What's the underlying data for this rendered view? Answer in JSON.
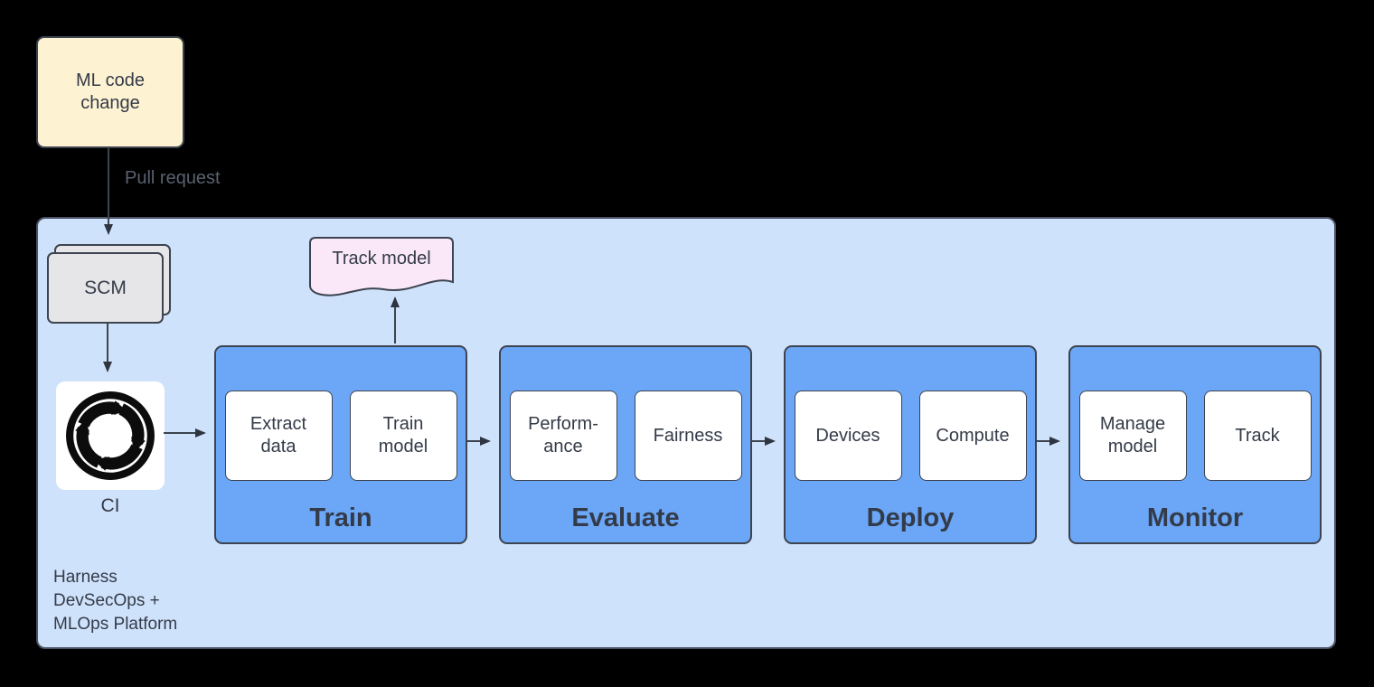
{
  "diagram": {
    "ml_code_box_label": "ML code\nchange",
    "pull_request_label": "Pull request",
    "scm_label": "SCM",
    "ci_label": "CI",
    "ci_icon": "ci-cycle-icon",
    "track_model_label": "Track model",
    "stages": [
      {
        "title": "Train",
        "steps": [
          "Extract\ndata",
          "Train\nmodel"
        ]
      },
      {
        "title": "Evaluate",
        "steps": [
          "Perform-\nance",
          "Fairness"
        ]
      },
      {
        "title": "Deploy",
        "steps": [
          "Devices",
          "Compute"
        ]
      },
      {
        "title": "Monitor",
        "steps": [
          "Manage\nmodel",
          "Track"
        ]
      }
    ],
    "platform_label": "Harness\nDevSecOps +\nMLOps Platform",
    "colors": {
      "background": "#000000",
      "note_fill": "#fdf2d2",
      "container_fill": "#cfe2fb",
      "stage_fill": "#6ba6f7",
      "document_fill": "#fae8f8",
      "scm_fill": "#e6e6e8",
      "border": "#3d4450",
      "title_text": "#343b48",
      "muted_text": "#5a6170"
    }
  }
}
